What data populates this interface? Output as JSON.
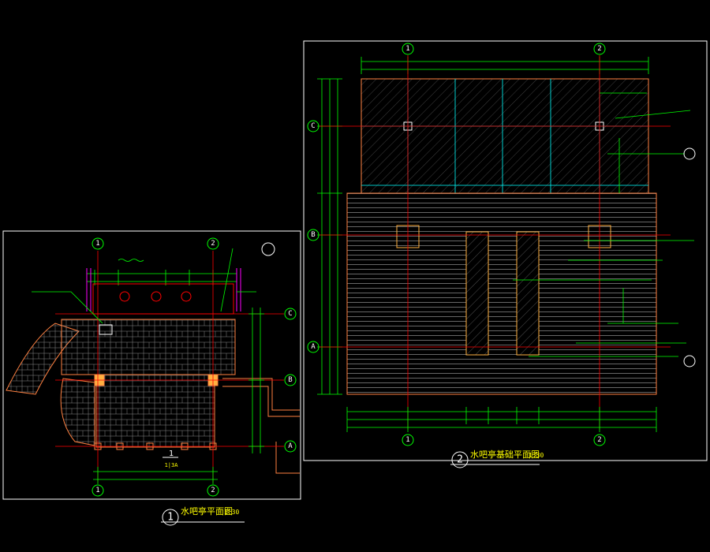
{
  "plan": {
    "title": "水吧亭平面图",
    "scale": "1:30",
    "number": "1",
    "grid_cols": [
      "1",
      "2"
    ],
    "grid_rows": [
      "A",
      "B",
      "C"
    ],
    "section_mark": "1",
    "section_sub": "1|3A"
  },
  "elevation": {
    "title": "水吧亭基础平面图",
    "scale": "1:30",
    "number": "2",
    "grid_cols": [
      "1",
      "2"
    ],
    "grid_rows": [
      "A",
      "B",
      "C"
    ]
  },
  "colors": {
    "background": "#000000",
    "frame": "#ffffff",
    "grid_axis": "#ff0000",
    "dimension": "#00ff00",
    "outline": "#ff8040",
    "cyan": "#00ffff",
    "yellow": "#ffff00",
    "magenta": "#ff00ff"
  }
}
